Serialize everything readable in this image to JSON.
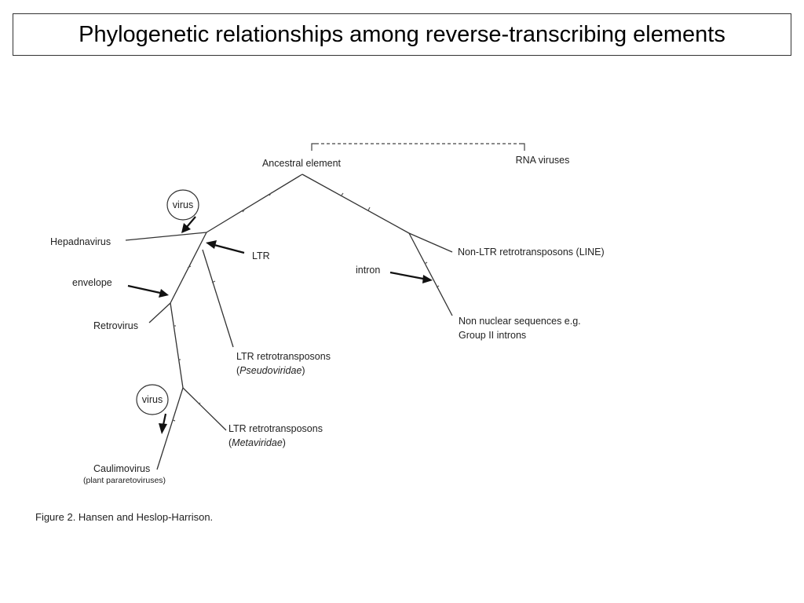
{
  "title": "Phylogenetic relationships among reverse-transcribing elements",
  "diagram": {
    "root_label": "Ancestral element",
    "rna_viruses": "RNA viruses",
    "hepadnavirus": "Hepadnavirus",
    "virus_bubble_1": "virus",
    "virus_bubble_2": "virus",
    "ltr_arrow_label": "LTR",
    "envelope_label": "envelope",
    "retrovirus": "Retrovirus",
    "ltr_pseudo_line1": "LTR retrotransposons",
    "ltr_pseudo_paren_open": "(",
    "ltr_pseudo_family": "Pseudoviridae",
    "ltr_pseudo_paren_close": ")",
    "ltr_meta_line1": "LTR retrotransposons",
    "ltr_meta_paren_open": "(",
    "ltr_meta_family": "Metaviridae",
    "ltr_meta_paren_close": ")",
    "caulimovirus": "Caulimovirus",
    "caulimovirus_sub": "(plant pararetoviruses)",
    "intron_label": "intron",
    "non_ltr": "Non-LTR retrotransposons (LINE)",
    "non_nuclear_line1": "Non nuclear sequences e.g.",
    "non_nuclear_line2": "Group II introns"
  },
  "caption": "Figure 2. Hansen and Heslop-Harrison."
}
